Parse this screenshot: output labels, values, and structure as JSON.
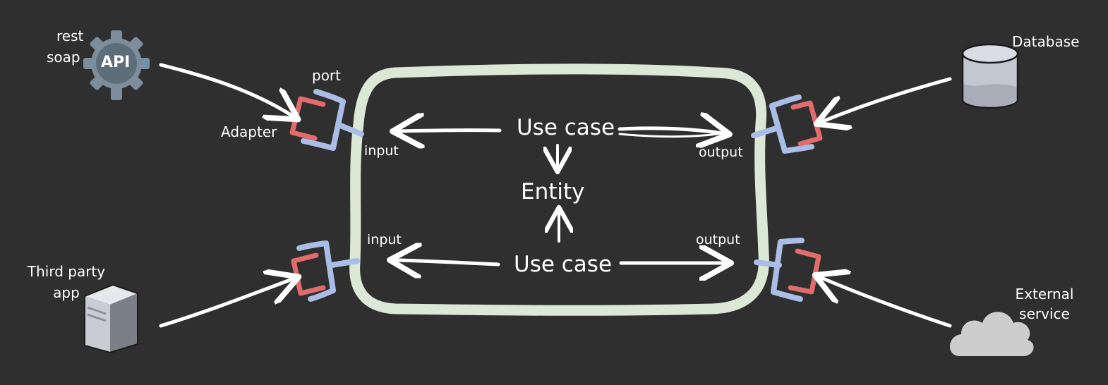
{
  "colors": {
    "background": "#2f2f2f",
    "hexagon_border": "#dbe8d6",
    "adapter": "#e06c6c",
    "port": "#a9bde6",
    "arrow": "#ffffff",
    "label": "#ffffff"
  },
  "icons": {
    "api": "gear-api-icon",
    "database": "database-cylinder-icon",
    "third_party_app": "server-tower-icon",
    "external_service": "cloud-icon"
  },
  "labels": {
    "api_protocols": [
      "rest",
      "soap"
    ],
    "api_badge": "API",
    "port": "port",
    "adapter": "Adapter",
    "input_top": "input",
    "input_bottom": "input",
    "output_top": "output",
    "output_bottom": "output",
    "use_case_top": "Use case",
    "use_case_bottom": "Use case",
    "entity": "Entity",
    "database": "Database",
    "third_party_app": [
      "Third party",
      "app"
    ],
    "external_service": [
      "External",
      "service"
    ]
  }
}
